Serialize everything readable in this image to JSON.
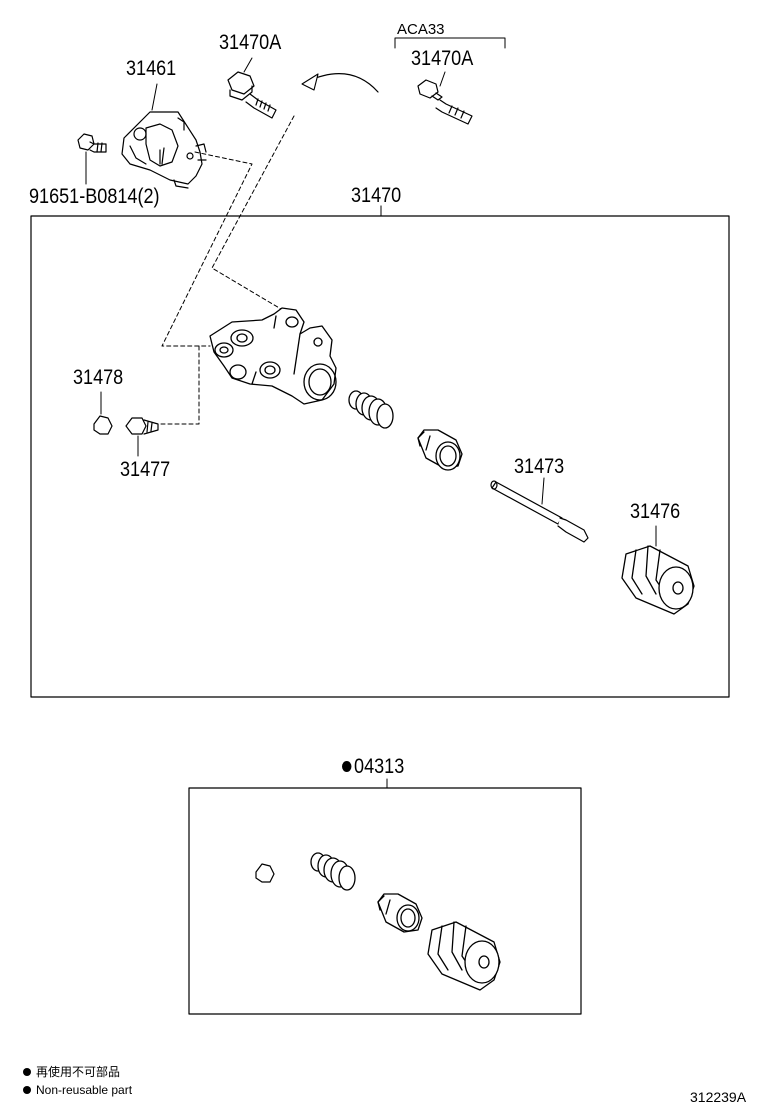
{
  "labels": {
    "p31470A_top": "31470A",
    "p31461": "31461",
    "aca33": "ACA33",
    "p31470A_aca": "31470A",
    "p91651": "91651-B0814(2)",
    "p31470": "31470",
    "p31478": "31478",
    "p31477": "31477",
    "p31473": "31473",
    "p31476": "31476",
    "p04313": "04313"
  },
  "legend": {
    "line1": "再使用不可部品",
    "line2": "Non-reusable part"
  },
  "diagram_code": "312239A"
}
